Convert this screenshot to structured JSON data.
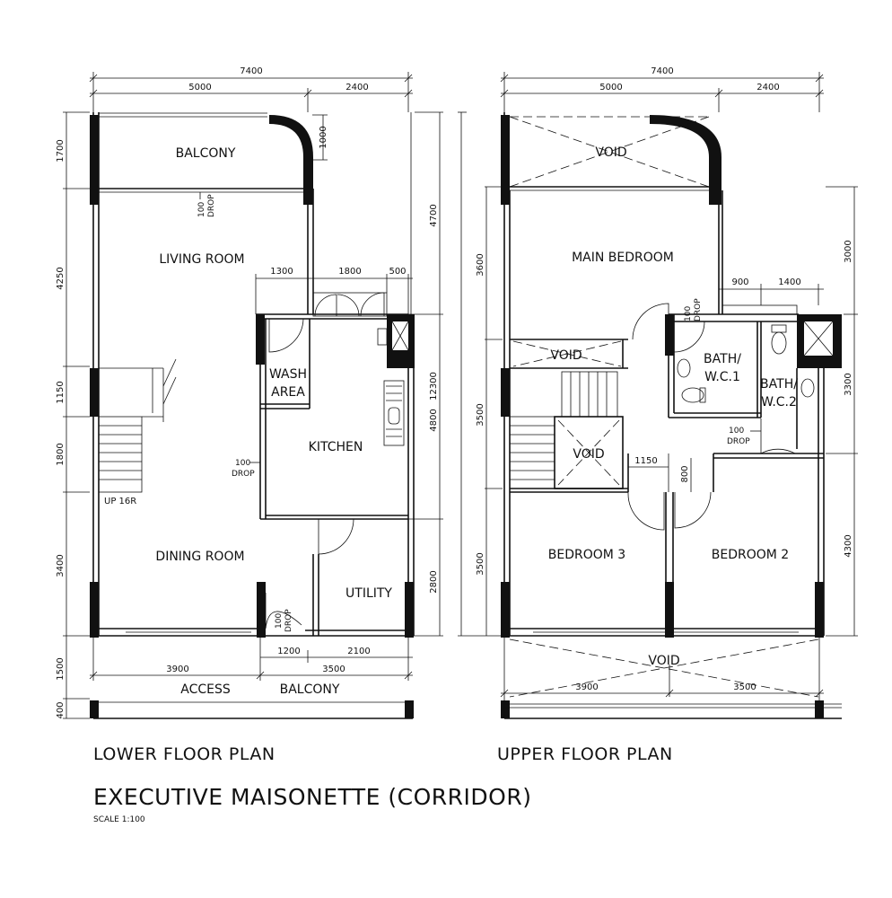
{
  "title": "EXECUTIVE MAISONETTE (CORRIDOR)",
  "scale": "SCALE 1:100",
  "lower_plan": {
    "caption": "LOWER FLOOR PLAN",
    "rooms": {
      "balcony": "BALCONY",
      "living_room": "LIVING ROOM",
      "wash_area_1": "WASH",
      "wash_area_2": "AREA",
      "kitchen": "KITCHEN",
      "dining_room": "DINING ROOM",
      "utility": "UTILITY",
      "access": "ACCESS",
      "corridor_balcony": "BALCONY",
      "stair_note": "UP 16R"
    },
    "drops": {
      "drop_value": "100",
      "drop_word": "DROP"
    },
    "dims": {
      "overall_width": "7400",
      "top_left": "5000",
      "top_right": "2400",
      "bal_notch": "1000",
      "k_1300": "1300",
      "k_1800": "1800",
      "k_500": "500",
      "bot_3900": "3900",
      "bot_3500": "3500",
      "bot_1200": "1200",
      "bot_2100": "2100",
      "left_1700": "1700",
      "left_4250": "4250",
      "left_1150": "1150",
      "left_1800": "1800",
      "left_3400": "3400",
      "left_1500": "1500",
      "left_400": "400",
      "right_4700": "4700",
      "right_12300": "12300",
      "right_4800": "4800",
      "right_2800": "2800"
    }
  },
  "upper_plan": {
    "caption": "UPPER FLOOR PLAN",
    "rooms": {
      "void_top": "VOID",
      "main_bedroom": "MAIN BEDROOM",
      "void_mid": "VOID",
      "void_stair": "VOID",
      "bath1_a": "BATH/",
      "bath1_b": "W.C.1",
      "bath2_a": "BATH/",
      "bath2_b": "W.C.2",
      "bedroom3": "BEDROOM 3",
      "bedroom2": "BEDROOM 2",
      "void_bottom": "VOID"
    },
    "drops": {
      "drop_value": "100",
      "drop_word": "DROP"
    },
    "dims": {
      "overall_width": "7400",
      "top_left": "5000",
      "top_right": "2400",
      "b_900": "900",
      "b_1400": "1400",
      "c_1150": "1150",
      "c_800": "800",
      "bot_3900": "3900",
      "bot_3500": "3500",
      "left_3600": "3600",
      "left_3500a": "3500",
      "left_3500b": "3500",
      "right_3000": "3000",
      "right_3300": "3300",
      "right_4300": "4300"
    }
  }
}
